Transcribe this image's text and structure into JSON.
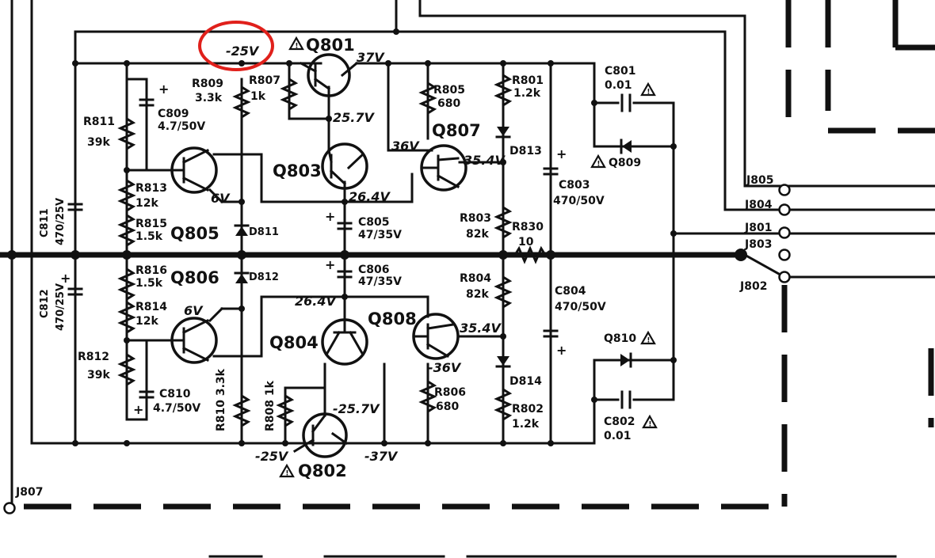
{
  "voltages": {
    "circled": "-25V",
    "q801_col": "37V",
    "q801_emit": "25.7V",
    "q807_base": "36V",
    "q807_emit": "35.4V",
    "q805_emit": "6V",
    "q803_emit": "26.4V",
    "q806_emit": "6V",
    "q804_col": "26.4V",
    "q808_emit": "35.4V",
    "q808_col": "-36V",
    "q802_emit": "-25.7V",
    "bottom_left": "-25V",
    "bottom_right": "-37V"
  },
  "transistors": {
    "q801": "Q801",
    "q802": "Q802",
    "q803": "Q803",
    "q804": "Q804",
    "q805": "Q805",
    "q806": "Q806",
    "q807": "Q807",
    "q808": "Q808"
  },
  "resistors": {
    "r809": "R809",
    "r809_val": "3.3k",
    "r807": "R807",
    "r807_val": "1k",
    "r811": "R811",
    "r811_val": "39k",
    "r813": "R813",
    "r813_val": "12k",
    "r815": "R815",
    "r815_val": "1.5k",
    "r805": "R805",
    "r805_val": "680",
    "r801": "R801",
    "r801_val": "1.2k",
    "r803": "R803",
    "r803_val": "82k",
    "r830": "R830",
    "r830_val": "10",
    "r816": "R816",
    "r816_val": "1.5k",
    "r814": "R814",
    "r814_val": "12k",
    "r812": "R812",
    "r812_val": "39k",
    "r810": "R810 3.3k",
    "r808": "R808 1k",
    "r804": "R804",
    "r804_val": "82k",
    "r806": "R806",
    "r806_val": "680",
    "r802": "R802",
    "r802_val": "1.2k"
  },
  "capacitors": {
    "c809": "C809",
    "c809_val": "4.7/50V",
    "c801": "C801",
    "c801_val": "0.01",
    "c803": "C803",
    "c803_val": "470/50V",
    "c811": "C811",
    "c811_val": "470/25V",
    "c805": "C805",
    "c805_val": "47/35V",
    "c806": "C806",
    "c806_val": "47/35V",
    "c812": "C812",
    "c812_val": "470/25V",
    "c804": "C804",
    "c804_val": "470/50V",
    "c810": "C810",
    "c810_val": "4.7/50V",
    "c802": "C802",
    "c802_val": "0.01"
  },
  "diodes": {
    "d813": "D813",
    "d809": "Q809",
    "d811": "D811",
    "d812": "D812",
    "d810": "Q810",
    "d814": "D814"
  },
  "connectors": {
    "j805": "J805",
    "j804": "J804",
    "j801": "J801",
    "j803": "J803",
    "j802": "J802",
    "j807": "J807"
  },
  "symbols": {
    "safety_mark": "warning-triangle-icon",
    "plus": "+"
  },
  "colors": {
    "annotation": "#e0201b",
    "ink": "#111111"
  }
}
